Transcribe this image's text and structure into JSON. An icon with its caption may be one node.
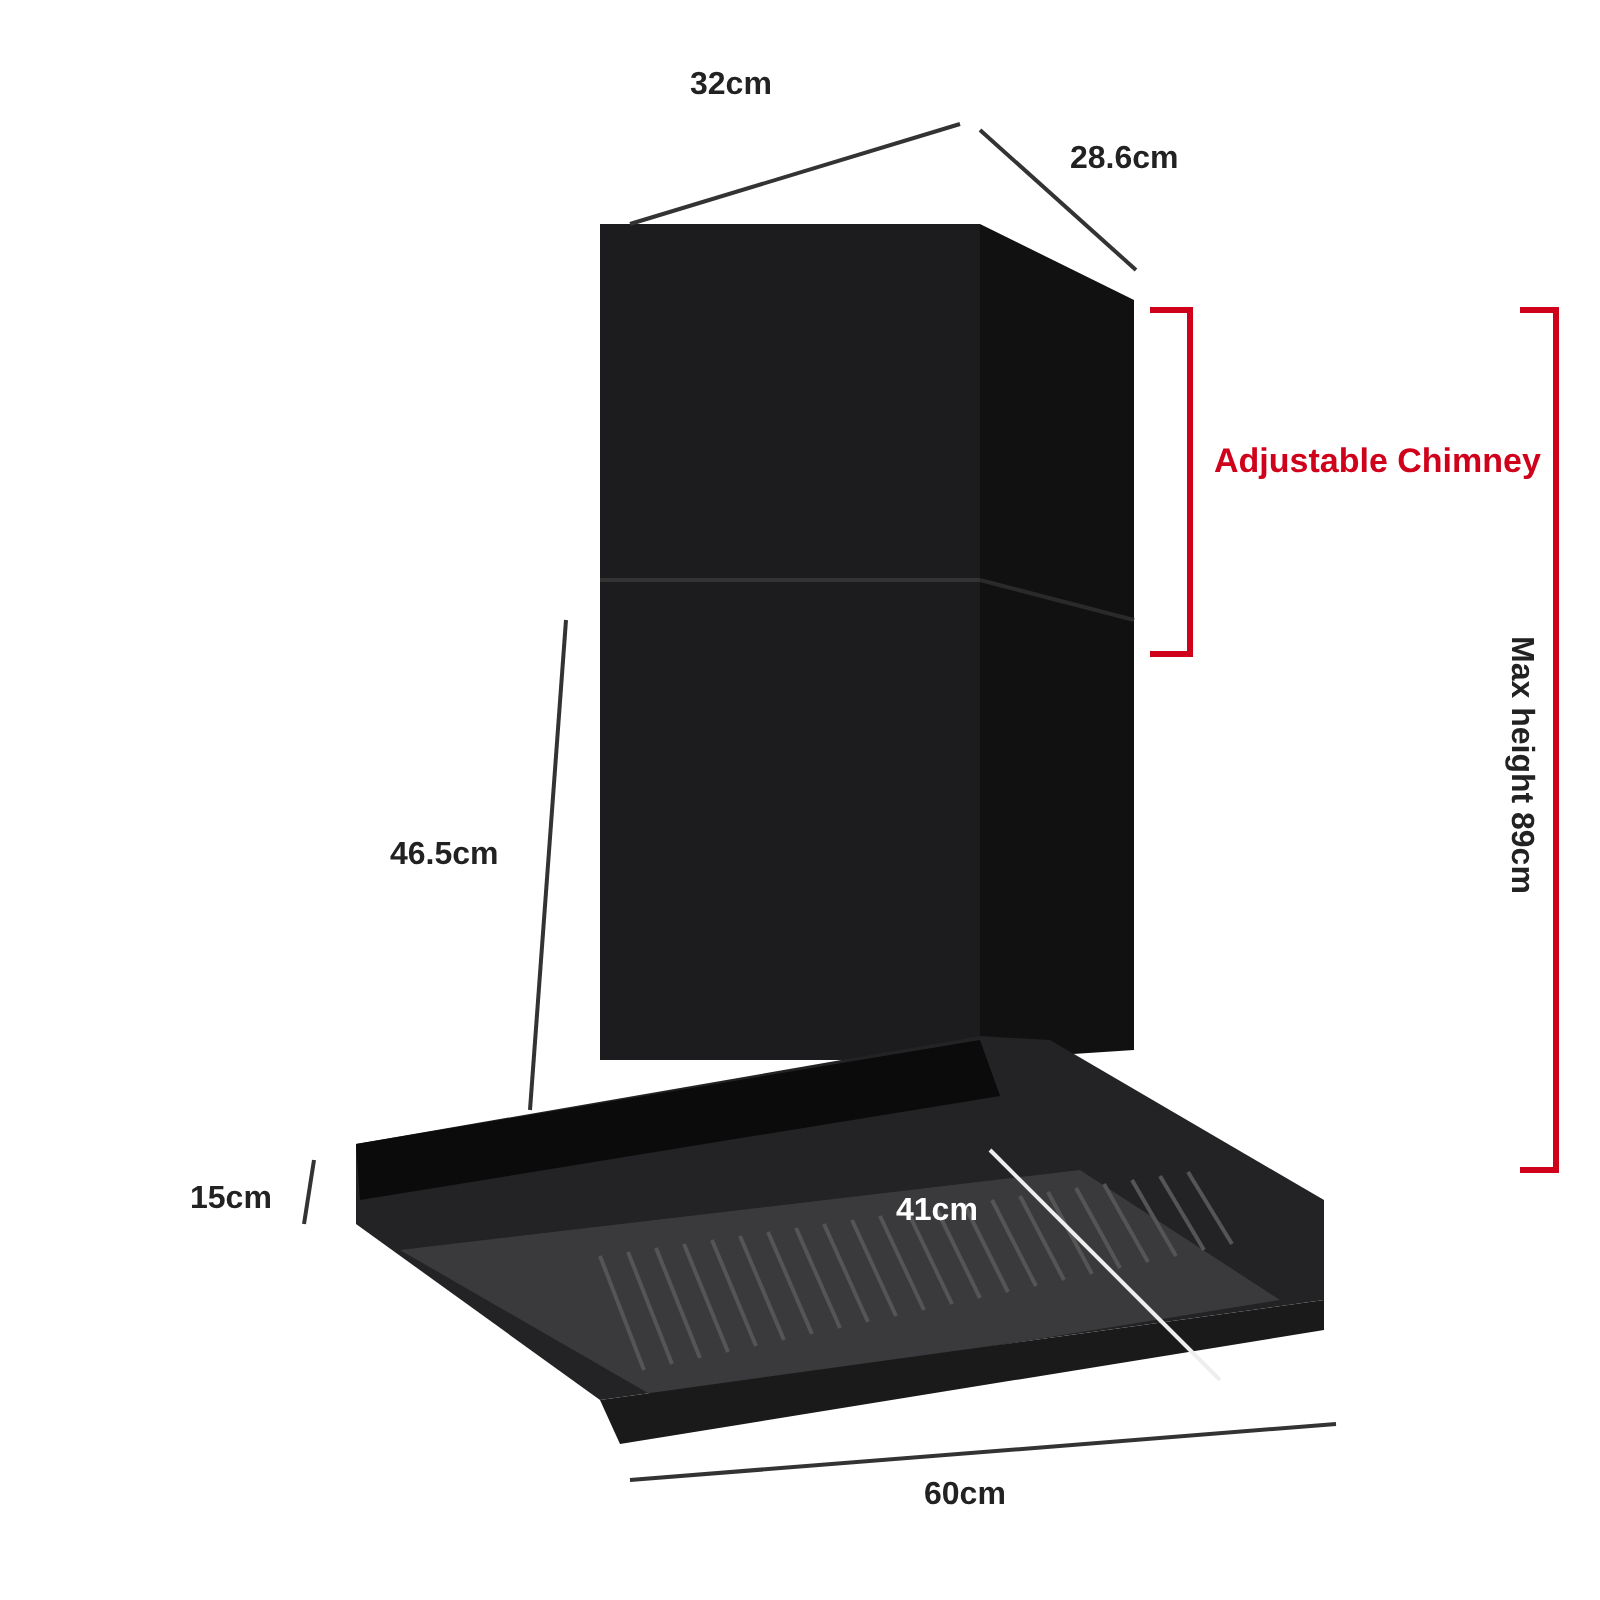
{
  "diagram": {
    "labels": [
      "32cm",
      "28.6cm",
      "Adjustable Chimney",
      "Max height 89cm",
      "46.5cm",
      "15cm",
      "41cm",
      "60cm"
    ]
  }
}
